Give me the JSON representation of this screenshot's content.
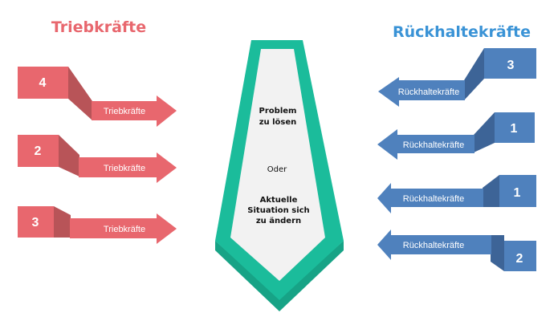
{
  "left": {
    "title": "Triebkräfte",
    "color": "#e8676e",
    "shade": "#b85458",
    "forces": [
      {
        "value": "4",
        "label": "Triebkräfte"
      },
      {
        "value": "2",
        "label": "Triebkräfte"
      },
      {
        "value": "3",
        "label": "Triebkräfte"
      }
    ]
  },
  "right": {
    "title": "Rückhaltekräfte",
    "color": "#4f81bd",
    "shade": "#3d6497",
    "forces": [
      {
        "value": "3",
        "label": "Rückhaltekräfte"
      },
      {
        "value": "1",
        "label": "Rückhaltekräfte"
      },
      {
        "value": "1",
        "label": "Rückhaltekräfte"
      },
      {
        "value": "2",
        "label": "Rückhaltekräfte"
      }
    ]
  },
  "center": {
    "border_color": "#1bbc9b",
    "fill_color": "#f2f2f2",
    "line1": "Problem",
    "line2": "zu lösen",
    "or": "Oder",
    "line3": "Aktuelle",
    "line4": "Situation sich",
    "line5": "zu ändern"
  }
}
